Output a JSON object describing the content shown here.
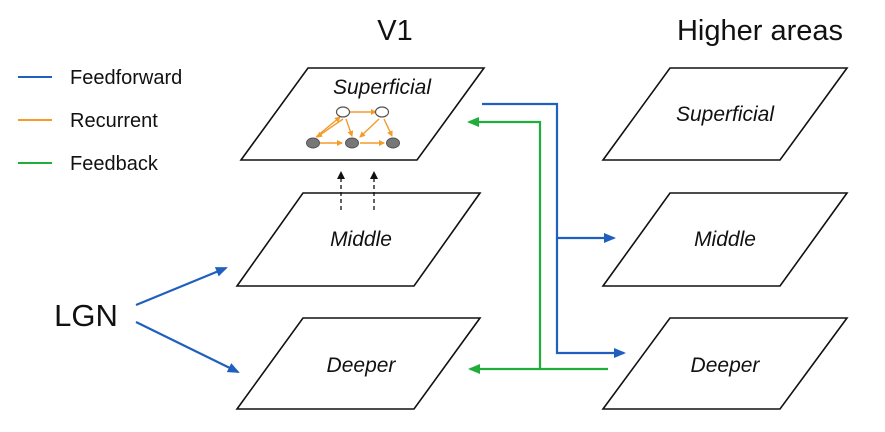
{
  "titles": {
    "v1": "V1",
    "higher": "Higher areas",
    "input": "LGN"
  },
  "legend": [
    {
      "label": "Feedforward",
      "color": "#1f5fbf"
    },
    {
      "label": "Recurrent",
      "color": "#f39c28"
    },
    {
      "label": "Feedback",
      "color": "#1fae3c"
    }
  ],
  "v1_layers": {
    "superficial": "Superficial",
    "middle": "Middle",
    "deeper": "Deeper"
  },
  "higher_layers": {
    "superficial": "Superficial",
    "middle": "Middle",
    "deeper": "Deeper"
  },
  "colors": {
    "feedforward": "#1f5fbf",
    "recurrent": "#f39c28",
    "feedback": "#1fae3c",
    "outline": "#111111",
    "neuron_filled": "#777777"
  }
}
